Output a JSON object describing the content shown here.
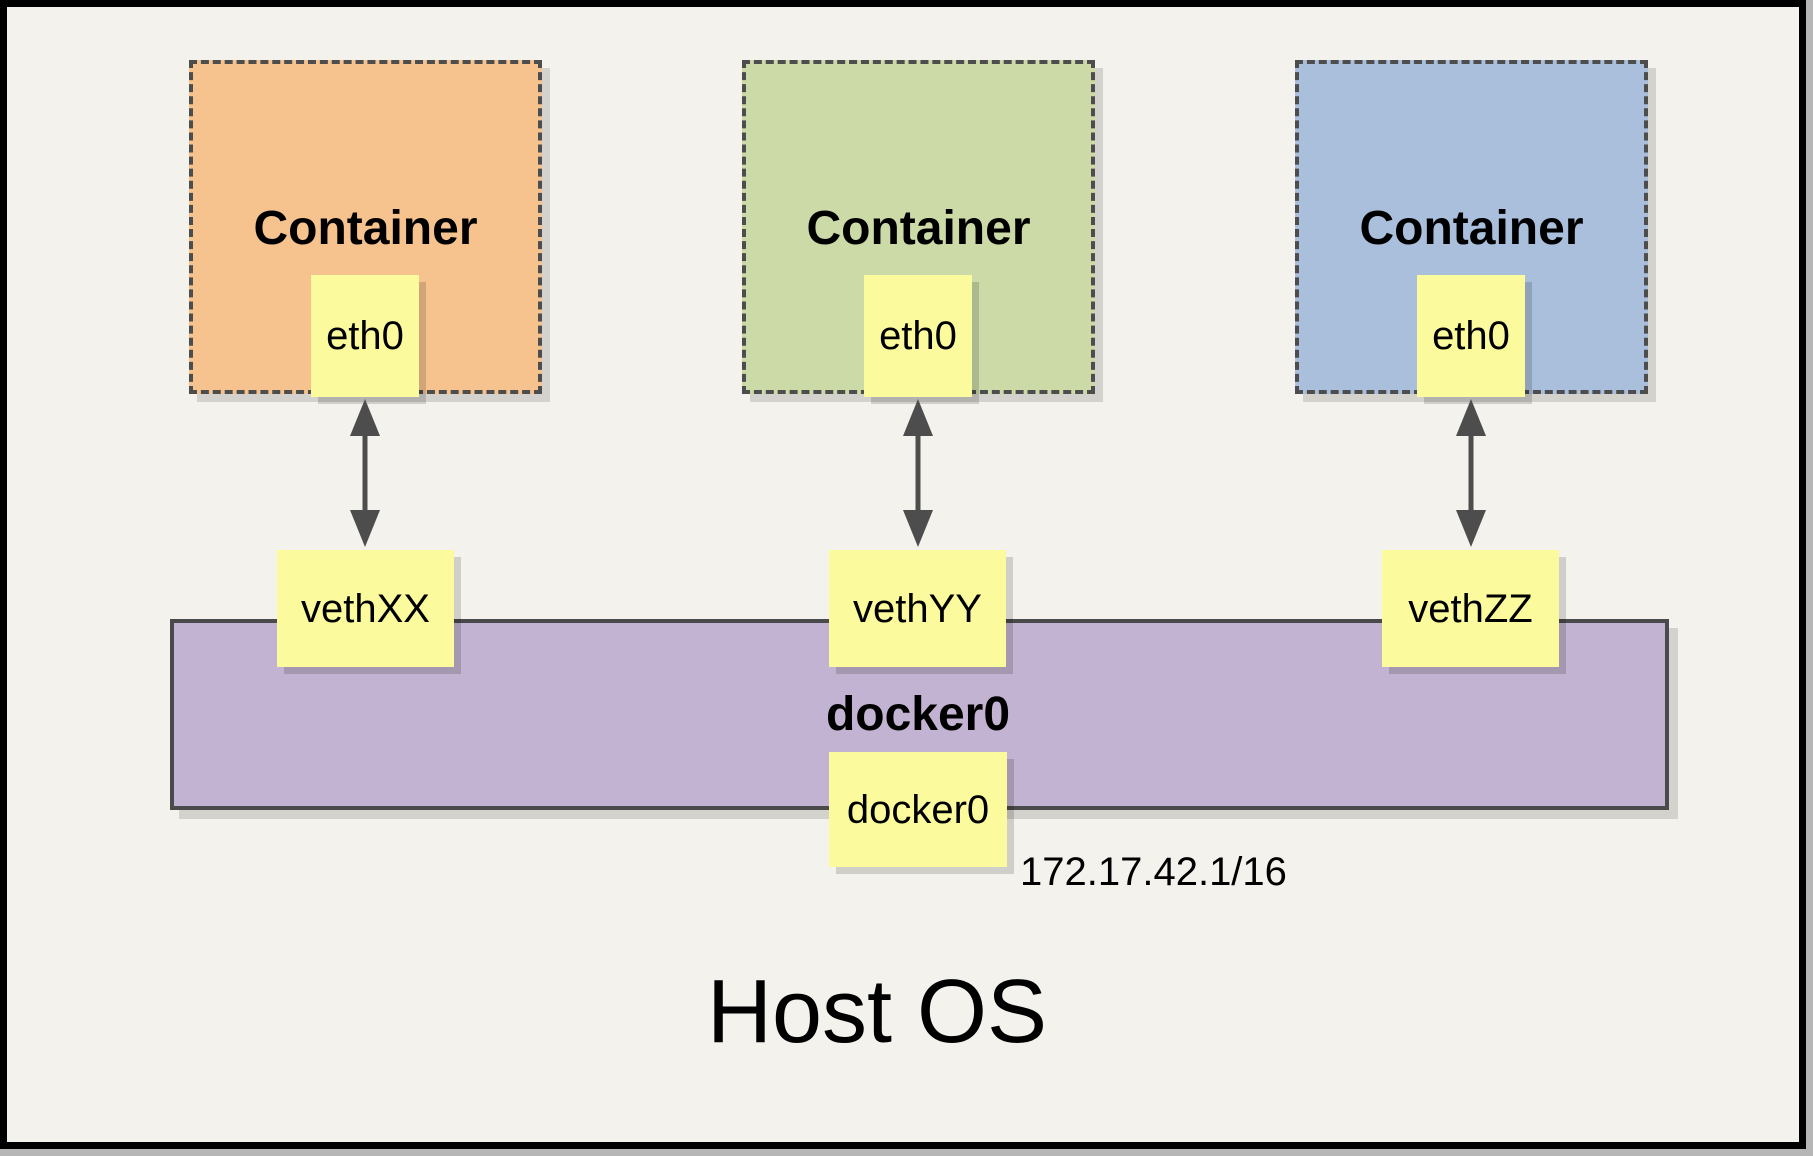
{
  "diagram": {
    "containers": [
      {
        "label": "Container",
        "interface": "eth0",
        "fill": "#f6c28e"
      },
      {
        "label": "Container",
        "interface": "eth0",
        "fill": "#cbdaa6"
      },
      {
        "label": "Container",
        "interface": "eth0",
        "fill": "#a9bfdb"
      }
    ],
    "veth_endpoints": [
      "vethXX",
      "vethYY",
      "vethZZ"
    ],
    "connections": [
      {
        "from": "eth0",
        "to": "vethXX",
        "style": "double-arrow"
      },
      {
        "from": "eth0",
        "to": "vethYY",
        "style": "double-arrow"
      },
      {
        "from": "eth0",
        "to": "vethZZ",
        "style": "double-arrow"
      }
    ],
    "bridge": {
      "label": "docker0",
      "interface": "docker0",
      "ip": "172.17.42.1/16",
      "fill": "#c1b3d1"
    },
    "host": {
      "label": "Host OS"
    },
    "colors": {
      "background": "#f4f2ec",
      "note_yellow": "#fbfb9e",
      "arrow": "#4d4d4d",
      "dashed_border": "#4d4d4d",
      "frame_border": "#000000",
      "frame_shadow": "#b6b6b6"
    }
  }
}
